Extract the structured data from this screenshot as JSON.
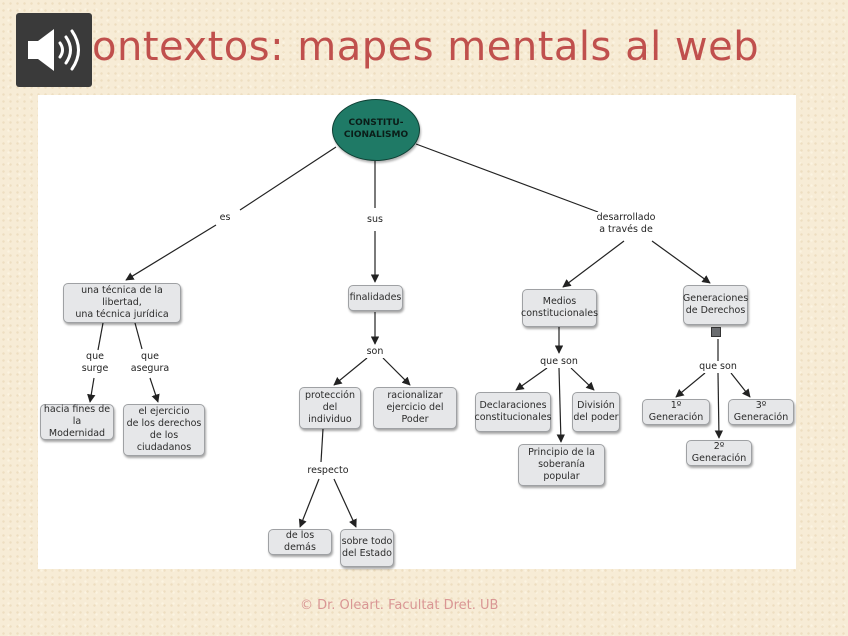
{
  "header": {
    "title": "ontextos: mapes mentals al web",
    "footer": "© Dr. Oleart. Facultat Dret. UB"
  },
  "map": {
    "root": "CONSTITU-\nCIONALISMO",
    "links": {
      "es": "es",
      "sus": "sus",
      "desarrollado": "desarrollado\na través de",
      "que_surge": "que\nsurge",
      "que_asegura": "que\nasegura",
      "son": "son",
      "que_son_1": "que son",
      "que_son_2": "que son",
      "respecto": "respecto"
    },
    "nodes": {
      "tecnica": "una técnica de la libertad,\nuna técnica jurídica",
      "finalidades": "finalidades",
      "medios": "Medios\nconstitucionales",
      "generaciones": "Generaciones\nde Derechos",
      "hacia_fines": "hacia fines de la\nModernidad",
      "ejercicio": "el ejercicio\nde los derechos\nde los ciudadanos",
      "proteccion": "protección\ndel individuo",
      "racionalizar": "racionalizar\nejercicio del Poder",
      "declaraciones": "Declaraciones\nconstitucionales",
      "division": "División\ndel poder",
      "principio": "Principio de la\nsoberanía popular",
      "gen1": "1º Generación",
      "gen2": "2º Generación",
      "gen3": "3º Generación",
      "demas": "de los demás",
      "estado": "sobre todo\ndel Estado"
    }
  },
  "colors": {
    "title": "#c0504d",
    "root_fill": "#1f7a66",
    "node_fill": "#e6e7e9",
    "footer": "#d99694"
  },
  "icons": {
    "speaker": "speaker-icon",
    "attachment": "resource-icon"
  }
}
